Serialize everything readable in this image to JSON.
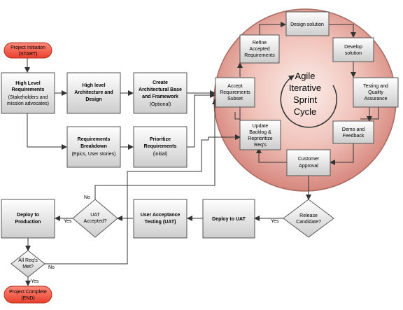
{
  "colors": {
    "start_fill": "#f2614f",
    "start_stroke": "#c0392b",
    "box_fill_top": "#ffffff",
    "box_fill_bottom": "#cfcfcf",
    "circle_fill": "#e3a39a",
    "circle_stroke": "#9a5b55"
  },
  "nodes": {
    "start": [
      "Project Initiation",
      "(START)"
    ],
    "high_level_req": [
      "High Level",
      "Requirements",
      "(Stakeholders and",
      "mission advocates)"
    ],
    "high_level_arch": [
      "High level",
      "Architecture and",
      "Design"
    ],
    "create_arch": [
      "Create",
      "Architectural Base",
      "and Framework",
      "(Optional)"
    ],
    "req_breakdown": [
      "Requirements",
      "Breakdown",
      "(Epics, User stories)"
    ],
    "prioritize": [
      "Prioritize",
      "Requirements",
      "(initial)"
    ],
    "design_solution": [
      "Design solution"
    ],
    "refine": [
      "Refine",
      "Accepted",
      "Requirements"
    ],
    "develop": [
      "Develop",
      "solution"
    ],
    "accept_subset": [
      "Accept",
      "Requirements",
      "Subset"
    ],
    "testing": [
      "Testing and",
      "Quality",
      "Assurance"
    ],
    "update_backlog": [
      "Update",
      "Backlog &",
      "Reprioritize",
      "Req's"
    ],
    "demo": [
      "Demo and",
      "Feedback"
    ],
    "customer_approval": [
      "Customer",
      "Approval"
    ],
    "agile_cycle": [
      "Agile",
      "Iterative",
      "Sprint",
      "Cycle"
    ],
    "release_candidate": [
      "Release",
      "Candidate?"
    ],
    "deploy_uat": [
      "Deploy to UAT"
    ],
    "user_acceptance": [
      "User Acceptance",
      "Testing (UAT)"
    ],
    "uat_accepted": [
      "UAT",
      "Accepted?"
    ],
    "deploy_production": [
      "Deploy to",
      "Production"
    ],
    "all_reqs_met": [
      "All Req's",
      "Met?"
    ],
    "end": [
      "Project Complete",
      "(END)"
    ]
  },
  "edge_labels": {
    "rc_yes": "Yes",
    "uat_yes": "Yes",
    "uat_no": "No",
    "all_yes": "Yes",
    "all_no": "No"
  }
}
